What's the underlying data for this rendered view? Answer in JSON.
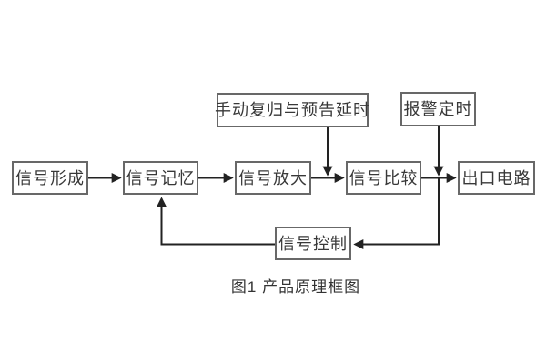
{
  "figure": {
    "type": "block-diagram",
    "caption": "图1 产品原理框图"
  },
  "nodes": {
    "signal_formation": {
      "label": "信号形成"
    },
    "signal_memory": {
      "label": "信号记忆"
    },
    "signal_amplification": {
      "label": "信号放大"
    },
    "signal_comparison": {
      "label": "信号比较"
    },
    "output_circuit": {
      "label": "出口电路"
    },
    "manual_reset_delay": {
      "label": "手动复归与预告延时"
    },
    "alarm_timing": {
      "label": "报警定时"
    },
    "signal_control": {
      "label": "信号控制"
    }
  },
  "edges": [
    {
      "from": "signal_formation",
      "to": "signal_memory",
      "arrow": "right"
    },
    {
      "from": "signal_memory",
      "to": "signal_amplification",
      "arrow": "right"
    },
    {
      "from": "signal_amplification",
      "to": "signal_comparison",
      "arrow": "right"
    },
    {
      "from": "signal_comparison",
      "to": "output_circuit",
      "arrow": "right"
    },
    {
      "from": "manual_reset_delay",
      "to": "line signal_amplification-signal_comparison",
      "arrow": "down"
    },
    {
      "from": "alarm_timing",
      "to": "line signal_comparison-output_circuit",
      "arrow": "down"
    },
    {
      "from": "junction signal_comparison-output_circuit",
      "to": "signal_control",
      "arrow": "left"
    },
    {
      "from": "signal_control",
      "to": "signal_memory",
      "arrow": "up"
    }
  ],
  "colors": {
    "background": "#ffffff",
    "box_fill": "#ffffff",
    "box_border": "#686868",
    "line": "#222222",
    "text": "#383838"
  }
}
